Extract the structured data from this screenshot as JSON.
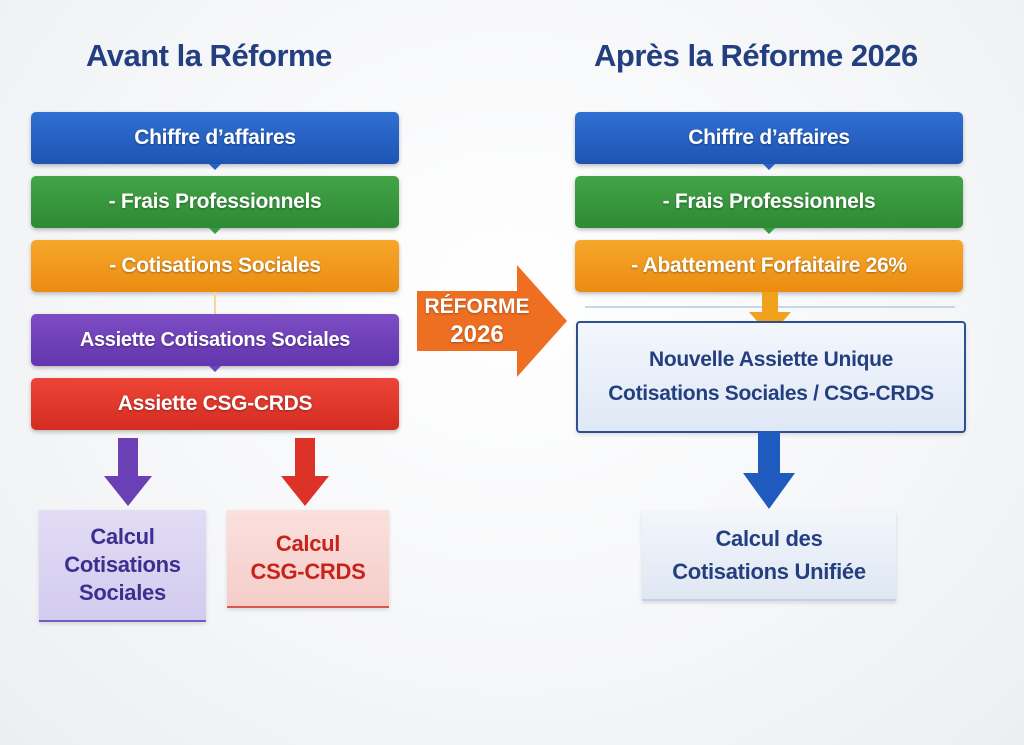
{
  "left": {
    "title": "Avant la Réforme",
    "steps": [
      {
        "label": "Chiffre d’affaires",
        "color": "#2563c8"
      },
      {
        "label": "- Frais Professionnels",
        "color": "#3a9a3f"
      },
      {
        "label": "- Cotisations Sociales",
        "color": "#f29a1f"
      },
      {
        "label": "Assiette Cotisations Sociales",
        "color": "#6f42b9"
      },
      {
        "label": "Assiette CSG-CRDS",
        "color": "#e0372b"
      }
    ],
    "outputs": [
      {
        "label_lines": [
          "Calcul",
          "Cotisations",
          "Sociales"
        ],
        "color": "#3b2f8f",
        "bg": "#d9d3f2"
      },
      {
        "label_lines": [
          "Calcul",
          "CSG-CRDS"
        ],
        "color": "#c8231a",
        "bg": "#f8d5d2"
      }
    ]
  },
  "center": {
    "arrow_lines": [
      "RÉFORME",
      "2026"
    ],
    "color": "#ee6e22"
  },
  "right": {
    "title": "Après la Réforme 2026",
    "steps": [
      {
        "label": "Chiffre d’affaires",
        "color": "#2563c8"
      },
      {
        "label": "- Frais Professionnels",
        "color": "#3a9a3f"
      },
      {
        "label": "- Abattement Forfaitaire 26%",
        "color": "#f29a1f"
      }
    ],
    "unified_base_lines": [
      "Nouvelle Assiette Unique",
      "Cotisations Sociales / CSG-CRDS"
    ],
    "output_lines": [
      "Calcul des",
      "Cotisations Unifiée"
    ],
    "text_color": "#233f7f"
  }
}
